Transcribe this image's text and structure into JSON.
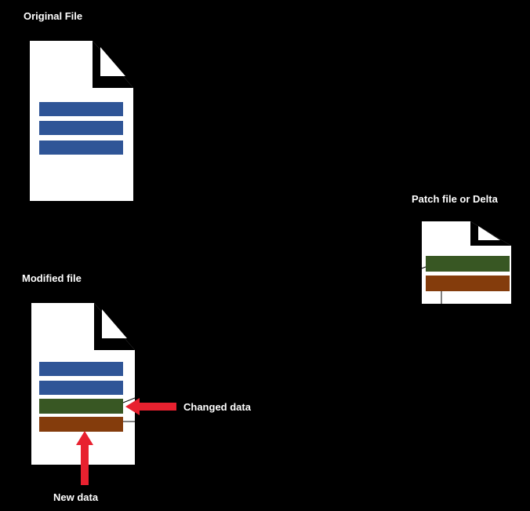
{
  "diagram": {
    "original": {
      "title": "Original File",
      "rows": [
        "data",
        "data",
        "data"
      ]
    },
    "modified": {
      "title": "Modified file",
      "rows": [
        "data",
        "data",
        "changed",
        "new"
      ],
      "changed_label": "Changed data",
      "new_label": "New data"
    },
    "patch": {
      "title": "Patch file or Delta",
      "rows": [
        "changed",
        "new"
      ]
    }
  },
  "colors": {
    "background": "#000000",
    "page": "#ffffff",
    "fold": "#000000",
    "data_row": "#2f5597",
    "changed_row": "#385723",
    "new_row": "#843c0c",
    "arrow": "#e8212f",
    "text": "#ffffff"
  }
}
